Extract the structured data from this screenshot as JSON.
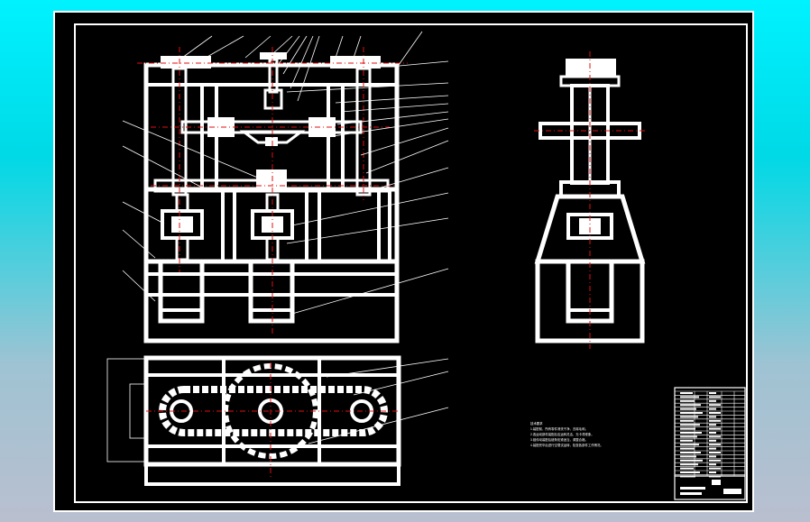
{
  "drawing": {
    "technical_notes_heading": "技术要求",
    "technical_notes": [
      "1.装配前，所有零件清洗干净，去除毛刺。",
      "2.各运动部件装配后应运转灵活，无卡滞现象。",
      "3.链传动装配后链条松紧适当，调整合格。",
      "4.装配完毕后进行空载试运转，检查各部件工作情况。"
    ],
    "line_colors": {
      "outline": "#ffffff",
      "centerline": "#e01010",
      "background": "#000000"
    }
  }
}
